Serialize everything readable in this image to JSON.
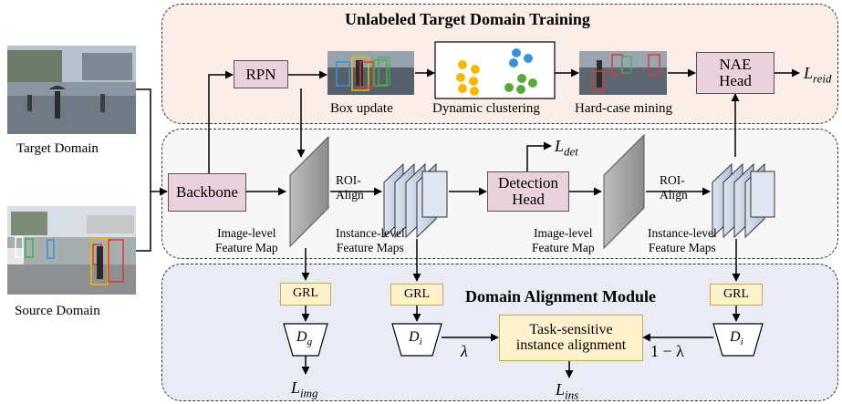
{
  "regions": {
    "target_title": "Unlabeled Target Domain Training",
    "alignment_title": "Domain Alignment Module"
  },
  "inputs": {
    "target_caption": "Target Domain",
    "source_caption": "Source Domain"
  },
  "modules": {
    "rpn": "RPN",
    "backbone": "Backbone",
    "detection_head": "Detection\nHead",
    "nae_head": "NAE\nHead",
    "grl_1": "GRL",
    "grl_2": "GRL",
    "grl_3": "GRL",
    "task_alignment": "Task-sensitive\ninstance alignment"
  },
  "captions": {
    "box_update": "Box update",
    "dynamic_clustering": "Dynamic clustering",
    "hard_case_mining": "Hard-case mining",
    "roi_align_1": "ROI-\nAlign",
    "roi_align_2": "ROI-\nAlign",
    "image_feat_1": "Image-level\nFeature Map",
    "instance_feat_1": "Instance-level\nFeature Maps",
    "image_feat_2": "Image-level\nFeature Map",
    "instance_feat_2": "Instance-level\nFeature Maps"
  },
  "math": {
    "l_reid_base": "L",
    "l_reid_sub": "reid",
    "l_det_base": "L",
    "l_det_sub": "det",
    "l_img_base": "L",
    "l_img_sub": "img",
    "l_ins_base": "L",
    "l_ins_sub": "ins",
    "dg_base": "D",
    "dg_sub": "g",
    "di1_base": "D",
    "di1_sub": "i",
    "di2_base": "D",
    "di2_sub": "i",
    "lambda": "λ",
    "one_minus_lambda": "1 − λ"
  },
  "colors": {
    "target_region_bg": "#fbeee9",
    "backbone_region_bg": "#f7f7f7",
    "alignment_region_bg": "#e9ecf5",
    "module_pink": "#ead1dc",
    "grl_yellow": "#fff2cc",
    "feature_gray": "#9a9a9a",
    "instance_blue": "#c7d3e6",
    "cluster_yellow": "#f5b800",
    "cluster_blue": "#3d8fd6",
    "cluster_green": "#5aa83c"
  }
}
